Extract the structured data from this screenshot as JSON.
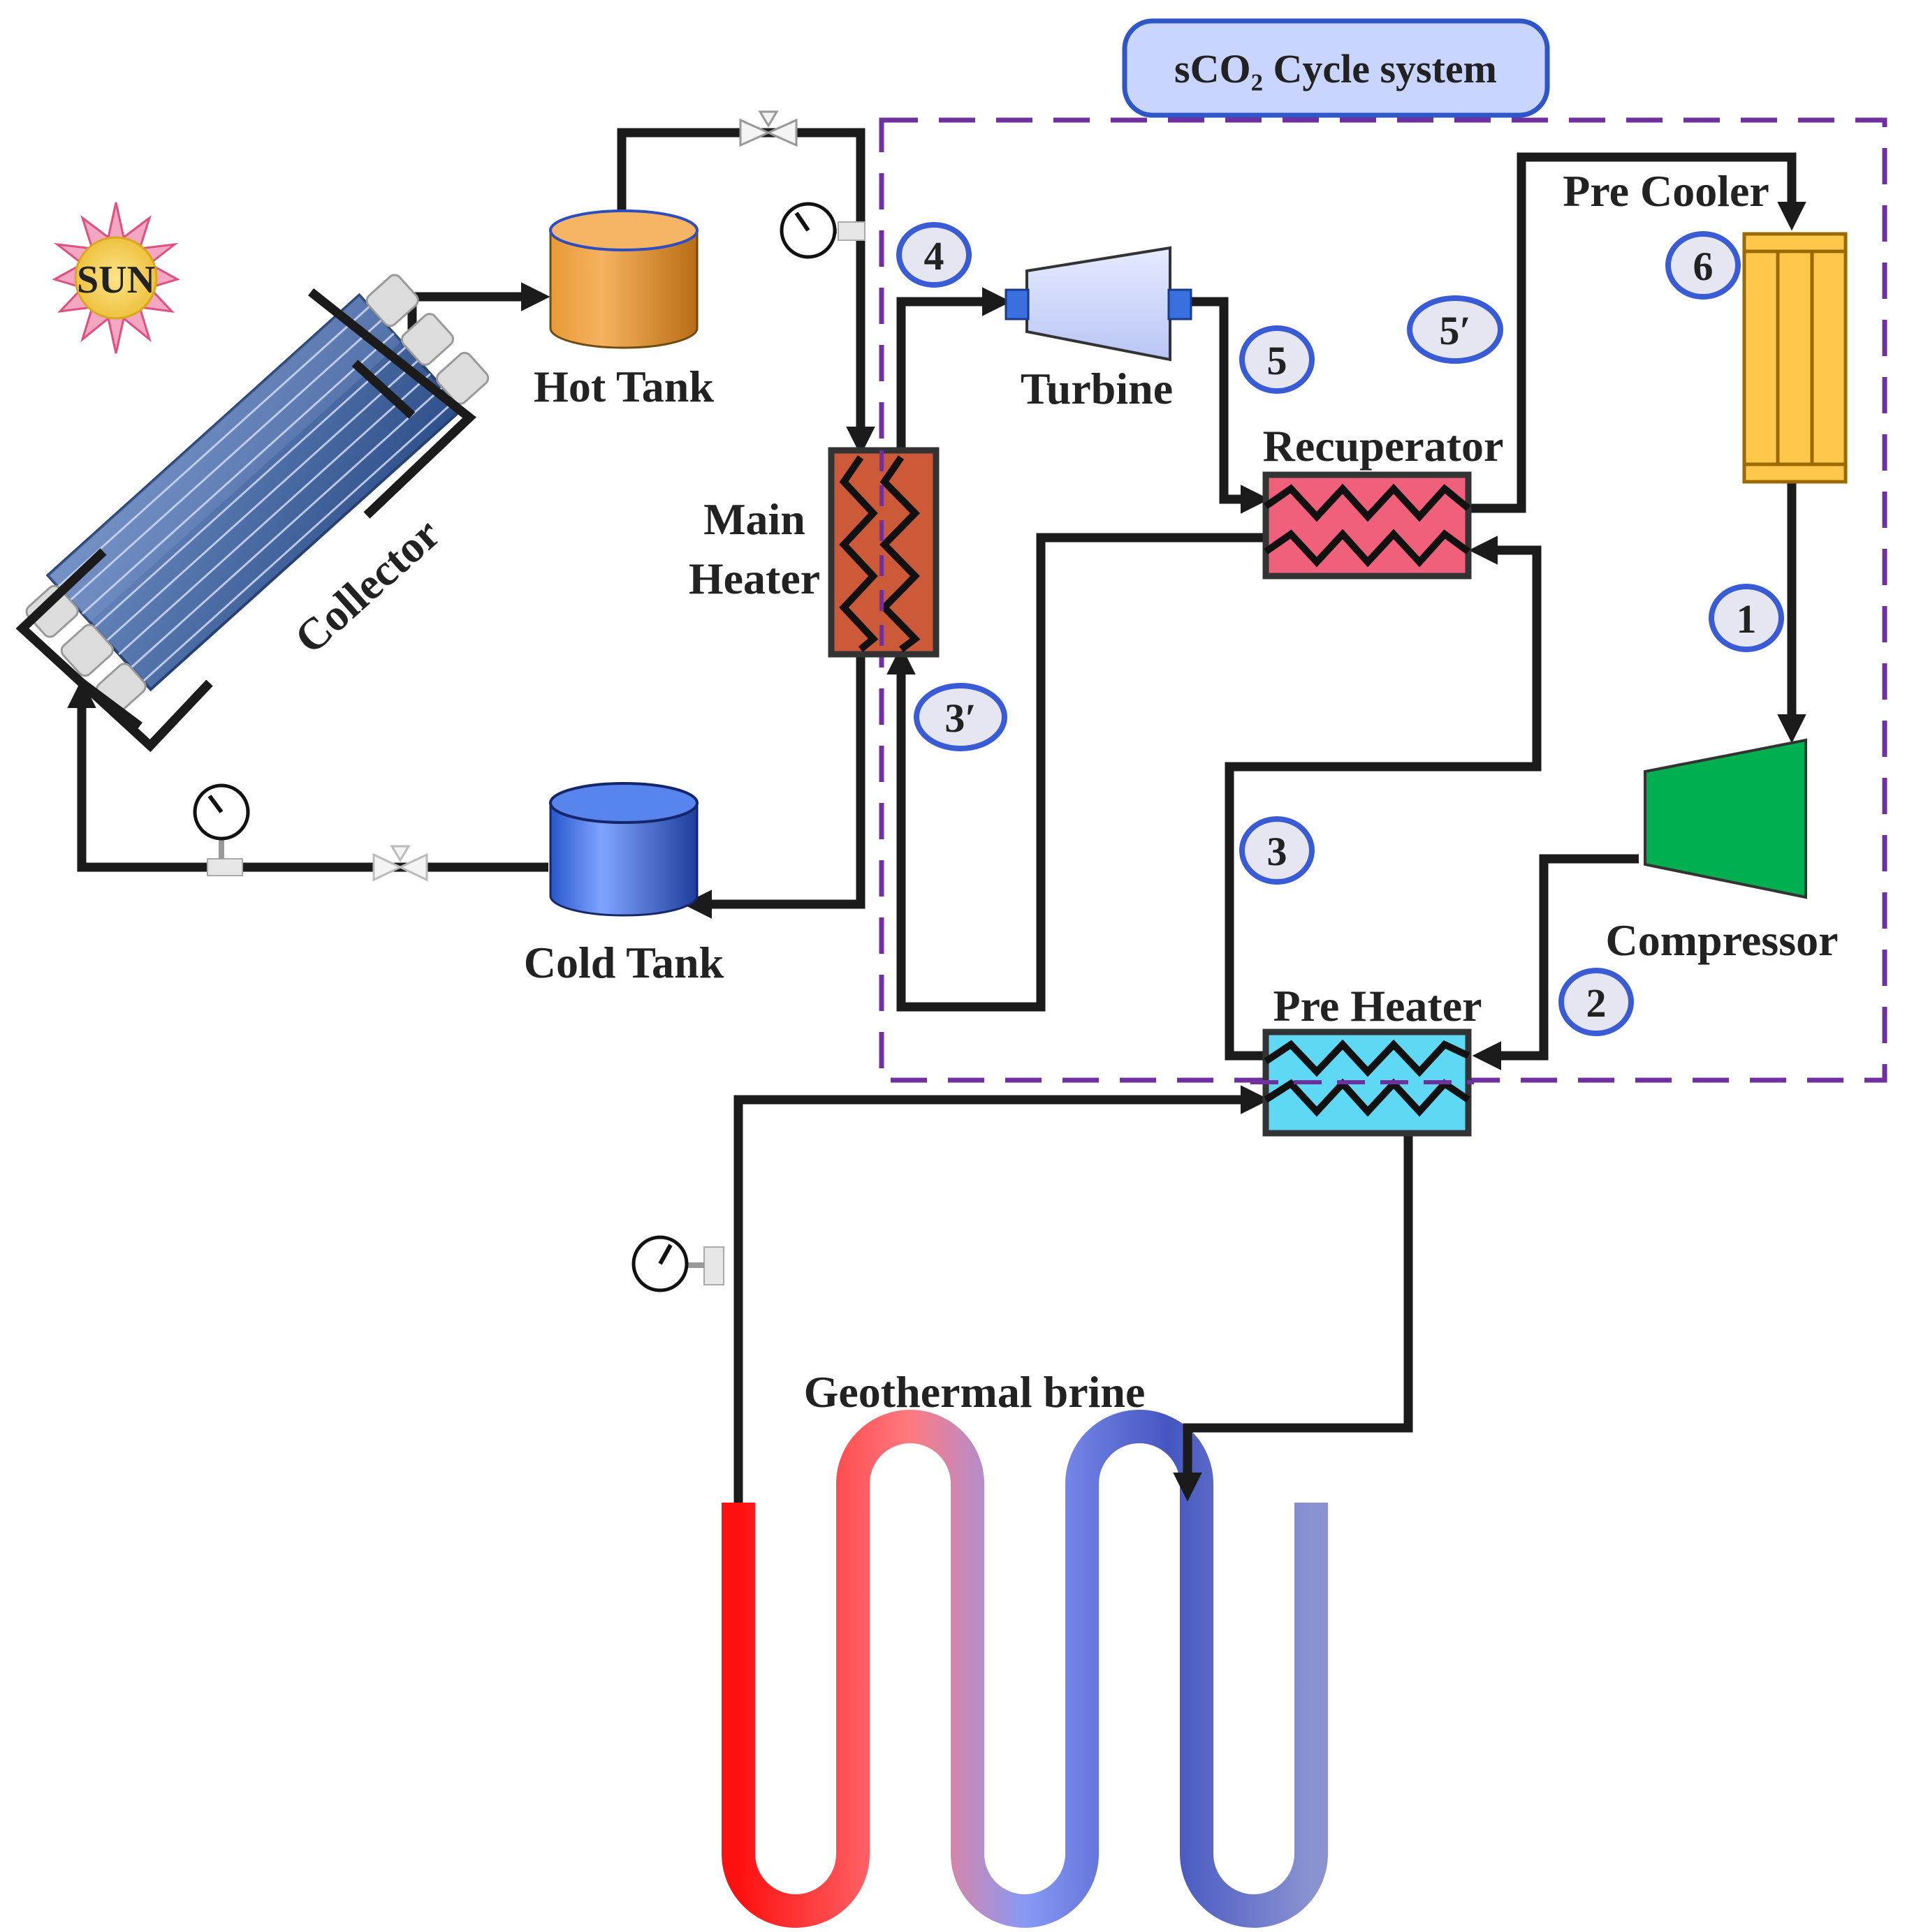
{
  "title": "sCO₂ Cycle system",
  "labels": {
    "sun": "SUN",
    "collector": "Collector",
    "hot_tank": "Hot Tank",
    "cold_tank": "Cold Tank",
    "main_heater_line1": "Main",
    "main_heater_line2": "Heater",
    "turbine": "Turbine",
    "recuperator": "Recuperator",
    "pre_cooler": "Pre Cooler",
    "compressor": "Compressor",
    "pre_heater": "Pre Heater",
    "geothermal": "Geothermal brine"
  },
  "states": {
    "s1": "1",
    "s2": "2",
    "s3": "3",
    "s3p": "3′",
    "s4": "4",
    "s5": "5",
    "s5p": "5′",
    "s6": "6"
  },
  "colors": {
    "boundary": "#7030a0",
    "title_fill": "#c9d5ff",
    "title_stroke": "#2e56c8",
    "state_fill": "#e6e6f2",
    "state_stroke": "#3a5bd6",
    "pipe": "#1b1b1b",
    "hot_tank": "#d98a2a",
    "cold_tank": "#3766d6",
    "main_heater": "#cc5a38",
    "recuperator": "#f0607a",
    "pre_heater": "#5fd8f5",
    "pre_cooler": "#ffc84a",
    "compressor": "#00b050",
    "turbine": "#cdd6fb",
    "collector": "#4a6ba6",
    "sun": "#f0c84b",
    "sun_rays": "#e8608c",
    "brine_hot": "#ff1010",
    "brine_cold": "#4858c0"
  },
  "icons": [
    "sun-icon",
    "gauge-icon",
    "valve-icon",
    "tank-icon",
    "heat-exchanger-icon",
    "turbine-icon",
    "compressor-icon"
  ]
}
